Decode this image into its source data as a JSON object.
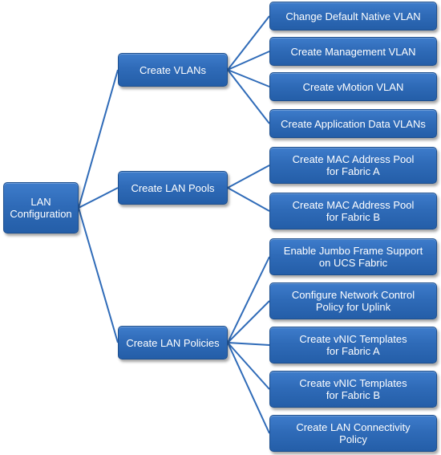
{
  "colors": {
    "node_fill": "#2f6bb8",
    "node_border": "#1d4f8e",
    "connector": "#2f6bb8",
    "background": "#ffffff"
  },
  "root": {
    "label": "LAN\nConfiguration"
  },
  "branches": [
    {
      "label": "Create VLANs",
      "children": [
        "Change Default Native VLAN",
        "Create Management VLAN",
        "Create vMotion VLAN",
        "Create Application Data VLANs"
      ]
    },
    {
      "label": "Create LAN Pools",
      "children": [
        "Create MAC Address Pool\nfor Fabric A",
        "Create MAC Address Pool\nfor Fabric B"
      ]
    },
    {
      "label": "Create LAN Policies",
      "children": [
        "Enable Jumbo Frame Support\non UCS Fabric",
        "Configure Network Control\nPolicy for Uplink",
        "Create vNIC Templates\nfor Fabric A",
        "Create vNIC Templates\nfor Fabric B",
        "Create LAN Connectivity\nPolicy"
      ]
    }
  ]
}
